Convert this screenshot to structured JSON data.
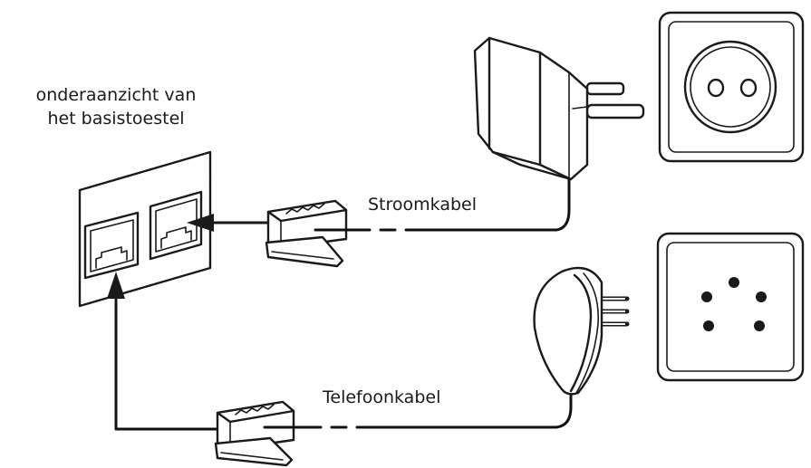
{
  "labels": {
    "base_caption_line1": "onderaanzicht van",
    "base_caption_line2": "het basistoestel",
    "power_cable": "Stroomkabel",
    "phone_cable": "Telefoonkabel"
  },
  "colors": {
    "ink": "#1a1a1a",
    "background": "#ffffff"
  }
}
